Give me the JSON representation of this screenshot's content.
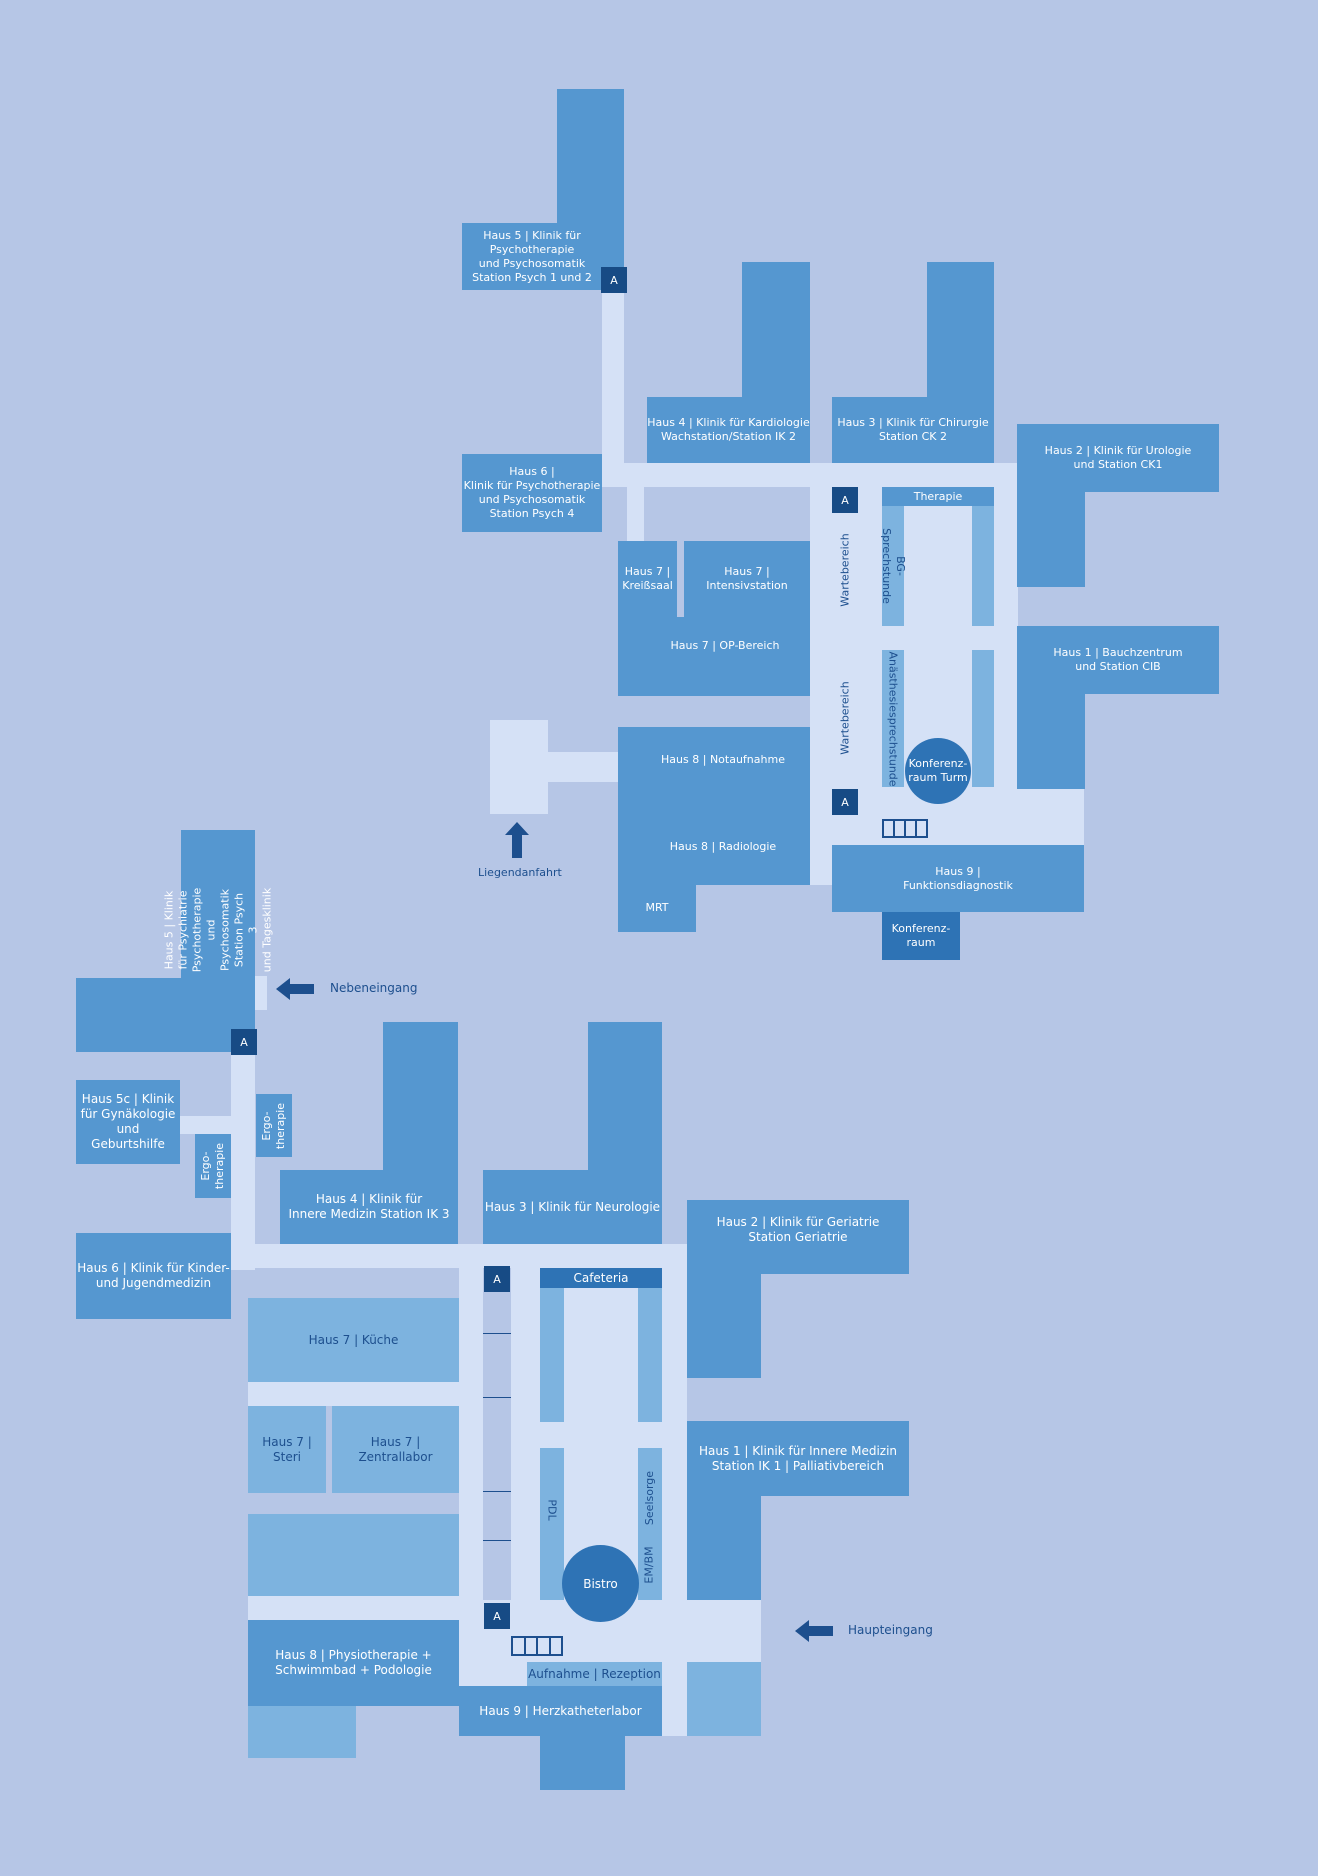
{
  "colors": {
    "background": "#b6c6e6",
    "building": "#5597d0",
    "building_dark": "#2e73b5",
    "building_light": "#7db3df",
    "corridor": "#d5e1f6",
    "label_dark": "#1d4f8e",
    "lift": "#174b85"
  },
  "lift_label": "A",
  "north": {
    "haus5": "Haus 5 | Klinik für\nPsychotherapie\nund Psychosomatik\nStation Psych 1 und 2",
    "haus6": "Haus 6 |\nKlinik für Psychotherapie\nund Psychosomatik\nStation Psych 4",
    "haus4": "Haus 4 | Klinik für Kardiologie\nWachstation/Station IK 2",
    "haus3": "Haus 3 | Klinik für Chirurgie\nStation CK 2",
    "haus2": "Haus 2 | Klinik für Urologie\nund Station CK1",
    "haus1": "Haus 1 | Bauchzentrum\nund Station CIB",
    "haus7_kreiss": "Haus 7 |\nKreißsaal",
    "haus7_intensiv": "Haus 7 |\nIntensivstation",
    "haus7_op": "Haus 7 | OP-Bereich",
    "haus8_not": "Haus 8 | Notaufnahme",
    "haus8_rad": "Haus 8 | Radiologie",
    "mrt": "MRT",
    "haus9": "Haus 9 |\nFunktionsdiagnostik",
    "konferenz": "Konferenz-\nraum",
    "konferenz_turm": "Konferenz-\nraum Turm",
    "therapie": "Therapie",
    "bg": "BG-Sprechstunde",
    "anaesthesie": "Anästhesiesprechstunde",
    "warte1": "Wartebereich",
    "warte2": "Wartebereich",
    "liegend": "Liegendanfahrt"
  },
  "south": {
    "haus5": "Haus 5 | Klinik für Psychiatrie\nPsychotherapie und\nPsychosomatik Station Psych 3\nund Tagesklinik",
    "neben": "Nebeneingang",
    "haus5c": "Haus 5c | Klinik\nfür Gynäkologie\nund\nGeburtshilfe",
    "ergo1": "Ergo-\ntherapie",
    "ergo2": "Ergo-\ntherapie",
    "haus4": "Haus 4 | Klinik für\nInnere Medizin Station IK 3",
    "haus3": "Haus 3 | Klinik für Neurologie",
    "haus2": "Haus 2 | Klinik für Geriatrie\nStation Geriatrie",
    "haus6": "Haus 6 | Klinik für Kinder-\nund Jugendmedizin",
    "cafeteria": "Cafeteria",
    "kueche": "Haus 7 | Küche",
    "steri": "Haus 7 |\nSteri",
    "zentrallabor": "Haus 7 |\nZentrallabor",
    "haus1": "Haus 1 | Klinik für Innere Medizin\nStation IK 1 | Palliativbereich",
    "pdl": "PDL",
    "embm": "EM/BM",
    "seelsorge": "Seelsorge",
    "bistro": "Bistro",
    "haupt": "Haupteingang",
    "haus8": "Haus 8 | Physiotherapie +\nSchwimmbad + Podologie",
    "aufnahme": "Aufnahme | Rezeption",
    "haus9": "Haus 9 | Herzkatheterlabor"
  }
}
